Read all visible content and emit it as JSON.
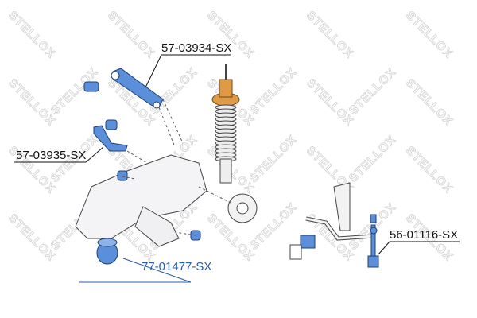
{
  "watermark": "STELLOX",
  "labels": {
    "upper_arm": "57-03934-SX",
    "lower_arm": "57-03935-SX",
    "bushing": "77-01477-SX",
    "stabilizer_link": "56-01116-SX"
  },
  "colors": {
    "part_blue": "#5b8fd9",
    "spring_mount_orange": "#e09a45",
    "label_blue": "#2a5caa",
    "outline": "#333333"
  }
}
